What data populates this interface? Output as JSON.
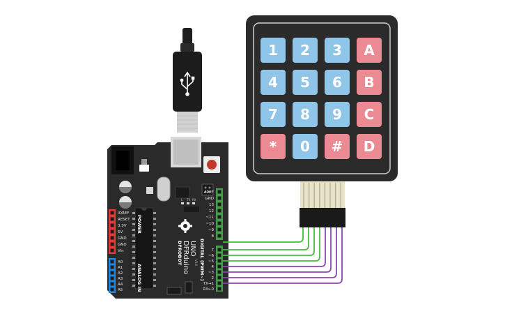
{
  "keypad": {
    "keys": [
      {
        "label": "1",
        "color": "#8ec5e8"
      },
      {
        "label": "2",
        "color": "#8ec5e8"
      },
      {
        "label": "3",
        "color": "#8ec5e8"
      },
      {
        "label": "A",
        "color": "#eb8a93"
      },
      {
        "label": "4",
        "color": "#8ec5e8"
      },
      {
        "label": "5",
        "color": "#8ec5e8"
      },
      {
        "label": "6",
        "color": "#8ec5e8"
      },
      {
        "label": "B",
        "color": "#eb8a93"
      },
      {
        "label": "7",
        "color": "#8ec5e8"
      },
      {
        "label": "8",
        "color": "#8ec5e8"
      },
      {
        "label": "9",
        "color": "#8ec5e8"
      },
      {
        "label": "C",
        "color": "#eb8a93"
      },
      {
        "label": "*",
        "color": "#eb8a93"
      },
      {
        "label": "0",
        "color": "#8ec5e8"
      },
      {
        "label": "#",
        "color": "#eb8a93"
      },
      {
        "label": "D",
        "color": "#eb8a93"
      }
    ]
  },
  "board": {
    "brand": "DFROBOT",
    "model": "DFRduino",
    "model_sub": "UNO",
    "model_version": "V3.0",
    "power_pins": [
      "IOREF",
      "RESET",
      "3.3V",
      "5V",
      "GND",
      "GND",
      "Vin"
    ],
    "power_title": "POWER",
    "analog_pins": [
      "A0",
      "A1",
      "A2",
      "A3",
      "A4",
      "A5"
    ],
    "analog_title": "ANALOG IN",
    "digital_pins_top": [
      "AREF",
      "GND",
      "13",
      "12",
      "~11",
      "~10",
      "~9",
      "8"
    ],
    "digital_pins_bottom": [
      "7",
      "~6",
      "~5",
      "4",
      "~3",
      "2",
      "TX→1",
      "RX←0"
    ],
    "digital_title": "DIGITAL (PWM~)",
    "l_label": "L",
    "tx_label": "TX",
    "rx_label": "RX"
  },
  "wires": {
    "green": "#4cb848",
    "purple": "#8b4aa8"
  }
}
